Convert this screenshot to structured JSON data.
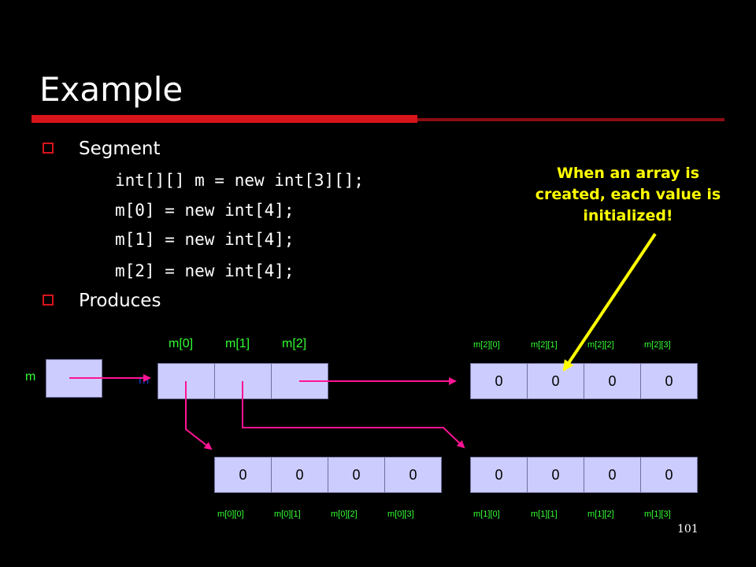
{
  "slide": {
    "title": "Example",
    "bullets": [
      {
        "label": "Segment"
      },
      {
        "label": "Produces"
      }
    ],
    "code_lines": [
      "int[][] m = new int[3][];",
      "m[0] = new int[4];",
      "m[1] = new int[4];",
      "m[2] = new int[4];"
    ],
    "note": "When an array is created, each value is initialized!",
    "page_number": "101"
  },
  "diagram": {
    "var_label": "m",
    "outer_label": "m",
    "outer_index_labels": [
      "m[0]",
      "m[1]",
      "m[2]"
    ],
    "row0": {
      "values": [
        "0",
        "0",
        "0",
        "0"
      ],
      "labels": [
        "m[0][0]",
        "m[0][1]",
        "m[0][2]",
        "m[0][3]"
      ]
    },
    "row1": {
      "values": [
        "0",
        "0",
        "0",
        "0"
      ],
      "labels": [
        "m[1][0]",
        "m[1][1]",
        "m[1][2]",
        "m[1][3]"
      ]
    },
    "row2": {
      "values": [
        "0",
        "0",
        "0",
        "0"
      ],
      "labels": [
        "m[2][0]",
        "m[2][1]",
        "m[2][2]",
        "m[2][3]"
      ]
    }
  },
  "colors": {
    "accent": "#d8141b",
    "arrow": "#ff1493",
    "note": "#ffff00",
    "cell": "#ccccff",
    "label": "#33ff33"
  }
}
